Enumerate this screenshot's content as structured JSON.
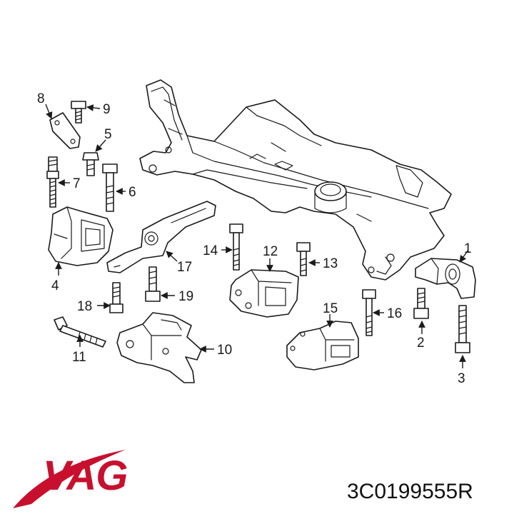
{
  "callouts": {
    "c1": "1",
    "c2": "2",
    "c3": "3",
    "c4": "4",
    "c5": "5",
    "c6": "6",
    "c7": "7",
    "c8": "8",
    "c9": "9",
    "c10": "10",
    "c11": "11",
    "c12": "12",
    "c13": "13",
    "c14": "14",
    "c15": "15",
    "c16": "16",
    "c17": "17",
    "c18": "18",
    "c19": "19"
  },
  "brand": {
    "logo_text": "VAG",
    "color": "#c8102e"
  },
  "part_number": "3C0199555R"
}
